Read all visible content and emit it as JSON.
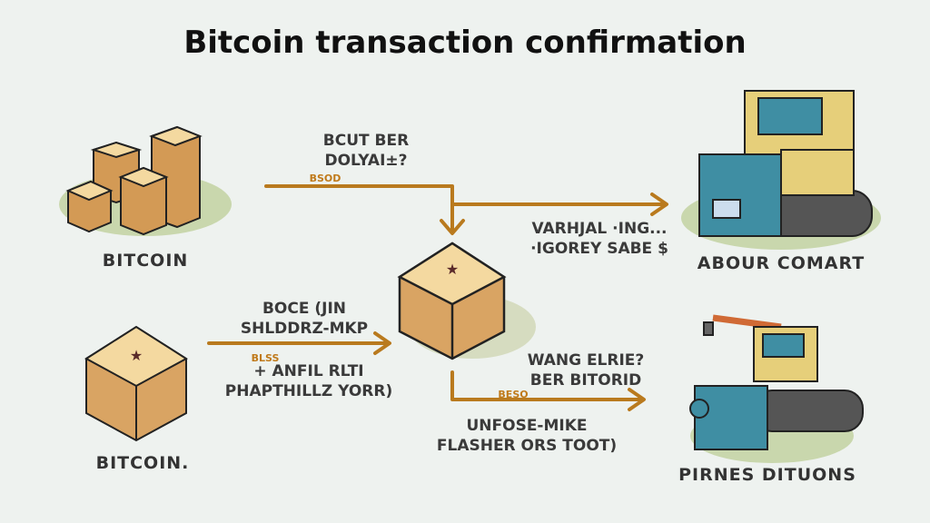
{
  "title": "Bitcoin transaction confirmation",
  "nodes": {
    "top_left": "BITCOIN",
    "bottom_left": "BITCOIN.",
    "top_right": "ABOUR COMART",
    "bottom_right": "PIRNES DITUONS"
  },
  "notes": {
    "n1": [
      "BCUT BER",
      "DOLYAI±?"
    ],
    "n1_tag": "BSOD",
    "n2": [
      "VARHJAL ·ING...",
      "·IGOREY SABE $"
    ],
    "n3": [
      "BOCE (JIN",
      "SHLDDRZ-MKP"
    ],
    "n3_tag": "BLSS",
    "n4": [
      "+ ANFIL RLTI",
      "PHAPTHILLZ YORR)"
    ],
    "n5": [
      "WANG ELRIE?",
      "BER BITORID"
    ],
    "n5_tag": "BESO",
    "n6": [
      "UNFOSE-MIKE",
      "FLASHER ORS TOOT)"
    ]
  },
  "colors": {
    "arrow": "#b97a1e",
    "box": "#d9a463",
    "box_top": "#f4d9a0",
    "machine_blue": "#3f8ea3",
    "machine_yellow": "#e6cf7a",
    "ground": "#c9d7ad"
  }
}
